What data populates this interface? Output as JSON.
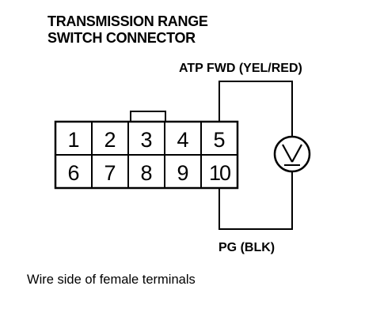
{
  "title": {
    "line1": "TRANSMISSION RANGE",
    "line2": "SWITCH CONNECTOR"
  },
  "connector": {
    "pins_top": [
      "1",
      "2",
      "3",
      "4",
      "5"
    ],
    "pins_bottom": [
      "6",
      "7",
      "8",
      "9",
      "10"
    ]
  },
  "wires": {
    "positive_label": "ATP FWD (YEL/RED)",
    "negative_label": "PG (BLK)"
  },
  "meter": {
    "symbol": "V",
    "icon": "voltmeter-icon"
  },
  "caption": "Wire side of female terminals"
}
